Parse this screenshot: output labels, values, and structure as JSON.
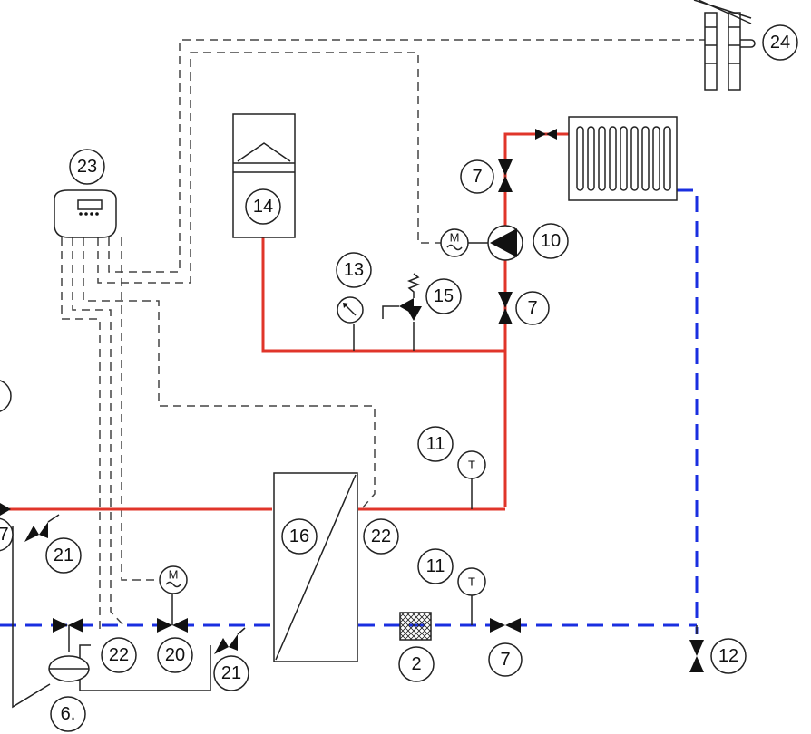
{
  "labels": {
    "n2": "2",
    "n6": "6.",
    "n7": "7",
    "n10": "10",
    "n11": "11",
    "n12": "12",
    "n13": "13",
    "n14": "14",
    "n15": "15",
    "n16": "16",
    "n20": "20",
    "n21": "21",
    "n22": "22",
    "n23": "23",
    "n24": "24"
  },
  "symbols": {
    "motor": "M",
    "temperature": "T"
  },
  "colors": {
    "hot_line": "#e0352a",
    "cold_line": "#1a2fe0",
    "control_line": "#444444"
  }
}
